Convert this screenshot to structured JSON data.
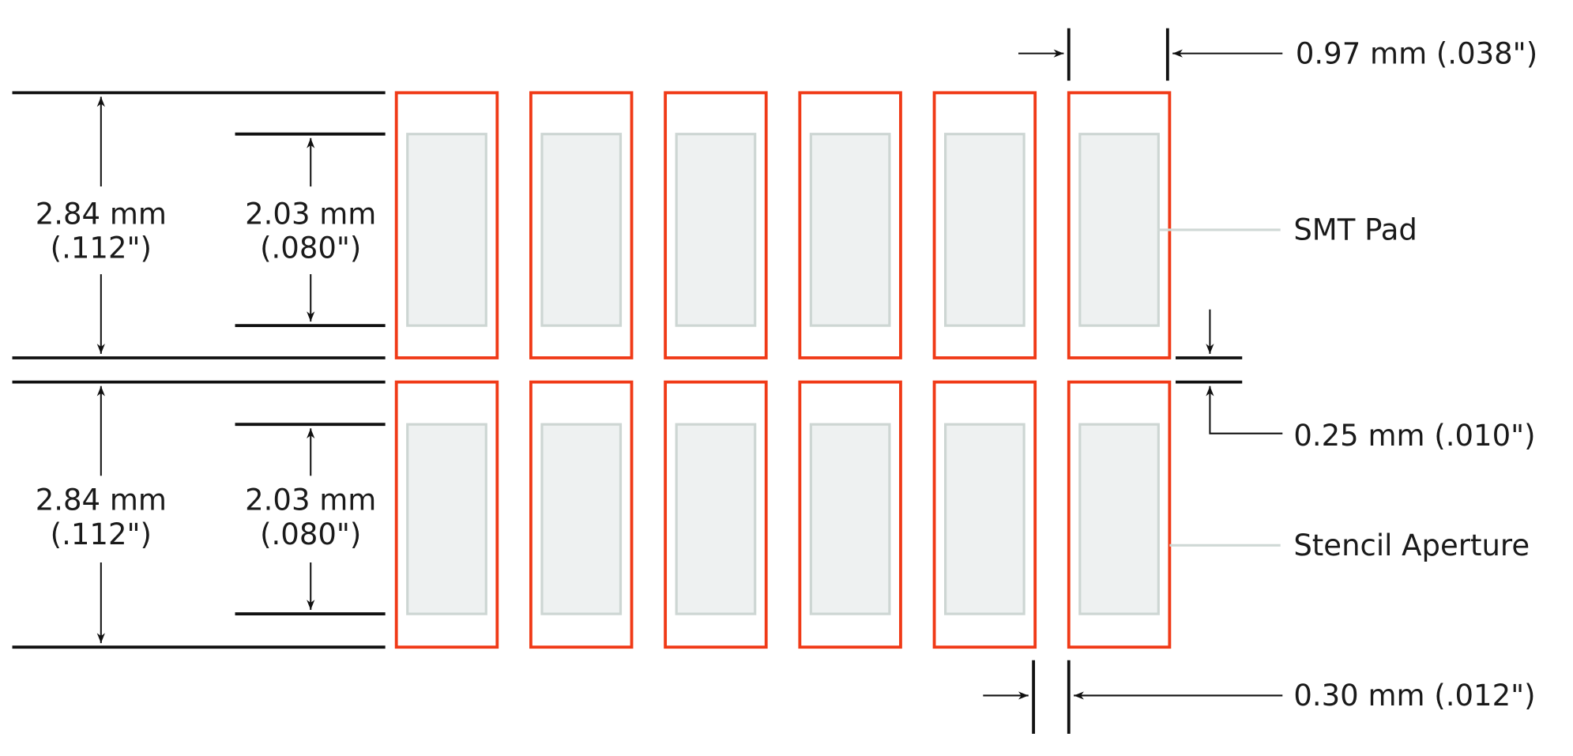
{
  "colors": {
    "aperture": "#f03a17",
    "pad_fill": "#eef1f1",
    "pad_stroke": "#cdd6d3",
    "line": "#111111"
  },
  "columns": 6,
  "rows": 2,
  "labels": {
    "smt_pad": "SMT Pad",
    "stencil_aperture": "Stencil Aperture"
  },
  "dimensions": {
    "aperture_length": {
      "mm": "2.84 mm",
      "inch": "(.112\")"
    },
    "pad_length": {
      "mm": "2.03 mm",
      "inch": "(.080\")"
    },
    "pitch": "0.97 mm (.038\")",
    "row_gap": "0.25 mm (.010\")",
    "aperture_gap": "0.30 mm (.012\")"
  }
}
